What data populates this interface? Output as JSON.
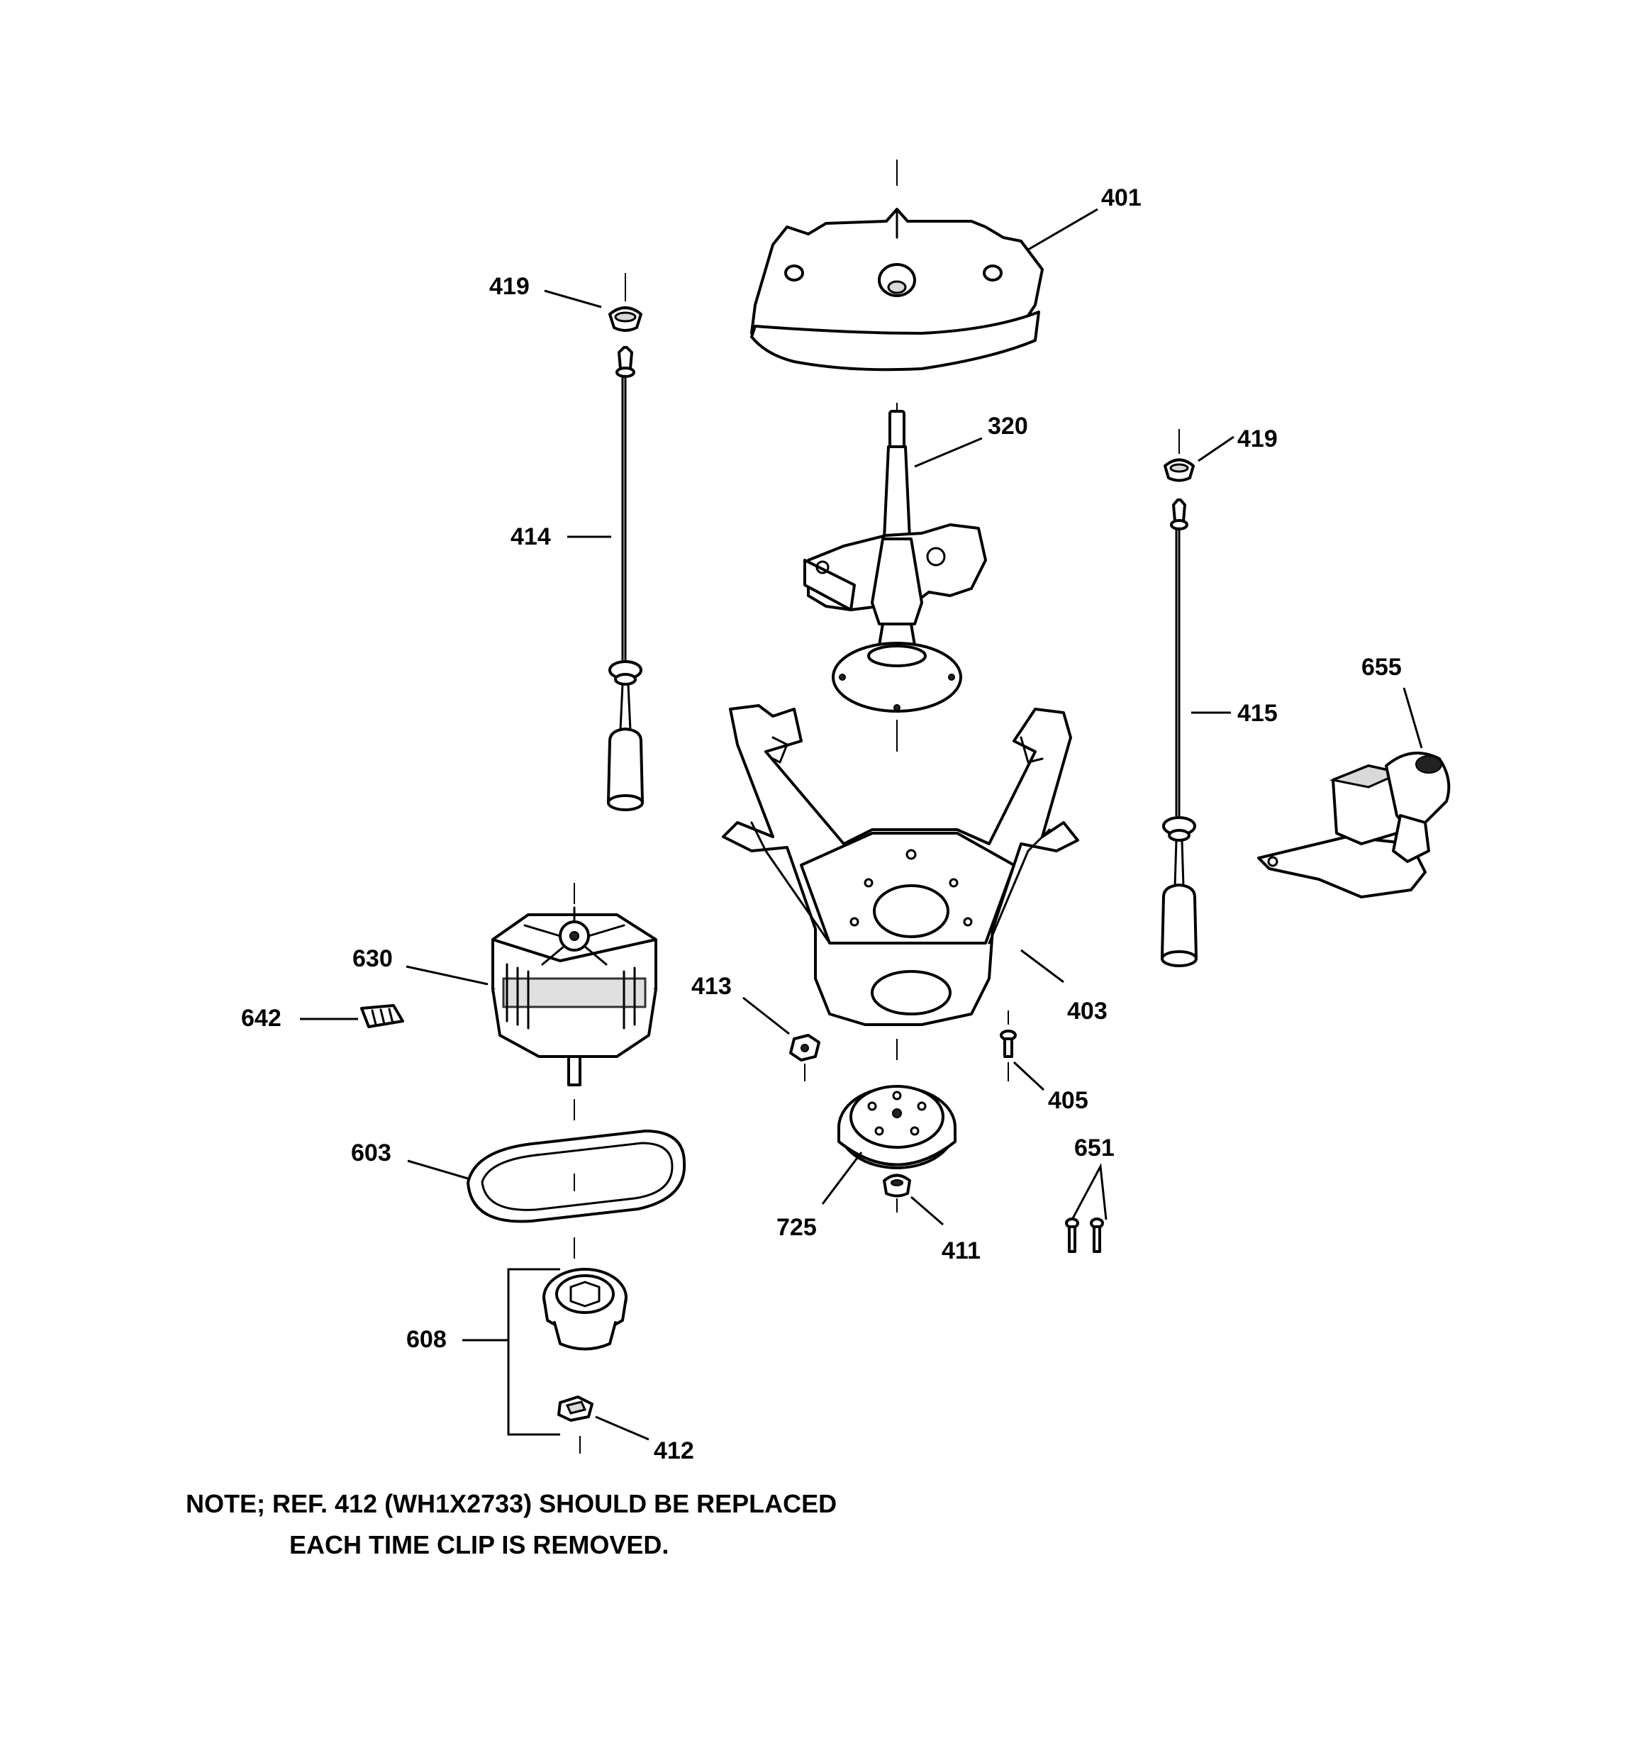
{
  "callouts": {
    "c401": "401",
    "c419a": "419",
    "c419b": "419",
    "c320": "320",
    "c414": "414",
    "c415": "415",
    "c655": "655",
    "c630": "630",
    "c642": "642",
    "c413": "413",
    "c403": "403",
    "c405": "405",
    "c651": "651",
    "c603": "603",
    "c725": "725",
    "c411": "411",
    "c608": "608",
    "c412": "412"
  },
  "note": {
    "line1": "NOTE; REF. 412 (WH1X2733) SHOULD BE REPLACED",
    "line2": "EACH TIME CLIP IS REMOVED."
  }
}
